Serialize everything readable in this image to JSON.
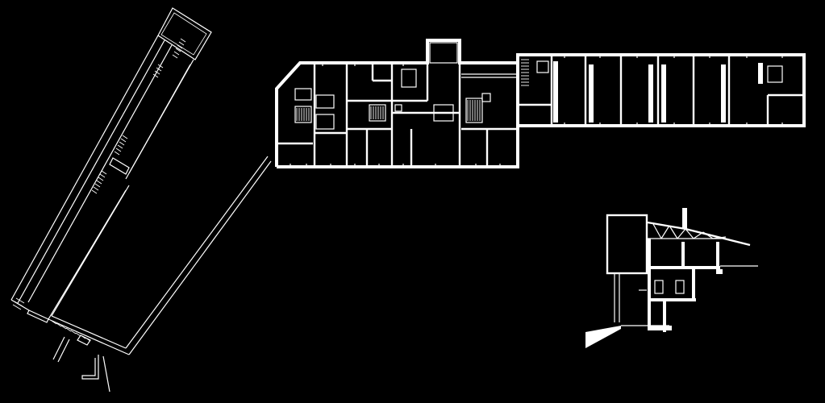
{
  "drawing": {
    "background": "#000000",
    "line_color": "#ffffff",
    "views": [
      "angled-wing-plan",
      "main-block-plan",
      "east-wing-plan",
      "building-section"
    ]
  }
}
